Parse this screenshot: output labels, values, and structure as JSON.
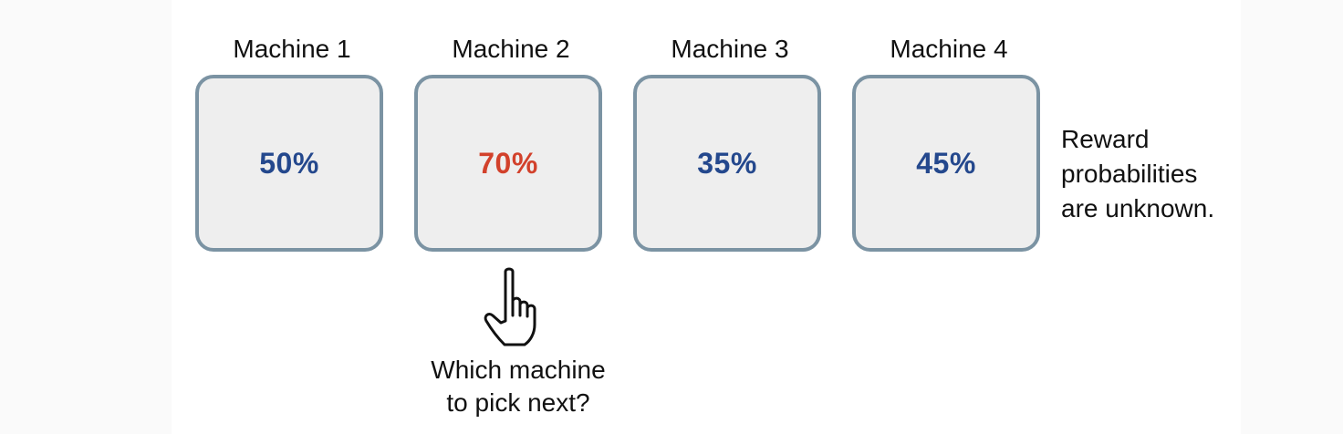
{
  "machines": [
    {
      "title": "Machine 1",
      "probability": "50%",
      "color": "#24488d"
    },
    {
      "title": "Machine 2",
      "probability": "70%",
      "color": "#d2412b"
    },
    {
      "title": "Machine 3",
      "probability": "35%",
      "color": "#24488d"
    },
    {
      "title": "Machine 4",
      "probability": "45%",
      "color": "#24488d"
    }
  ],
  "note": {
    "line1": "Reward",
    "line2": "probabilities",
    "line3": "are unknown."
  },
  "question": {
    "line1": "Which machine",
    "line2": "to pick next?"
  },
  "colors": {
    "box_border": "#7b93a3",
    "box_fill": "#eeeeee"
  },
  "icons": {
    "pointer": "pointing-hand-icon"
  }
}
